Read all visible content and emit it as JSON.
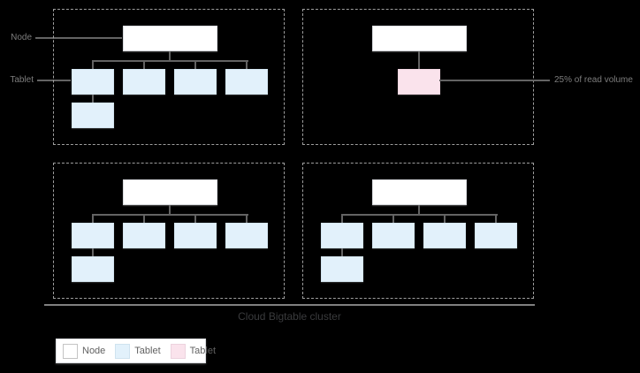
{
  "colors": {
    "background": "#000000",
    "dashed-border": "#9e9e9e",
    "line": "#636363",
    "node-fill": "#ffffff",
    "node-border": "#dadce0",
    "tablet-fill": "#e2f1fb",
    "tablet-border": "#d4e6f1",
    "hot-fill": "#fae3ec",
    "hot-border": "#f2d7e2",
    "side-label-text": "#7d7d7d",
    "caption-text": "#3a3b3d",
    "caption-line": "#808080",
    "legend-bg": "#ffffff",
    "legend-border": "#dadce0",
    "legend-text": "#616161"
  },
  "labels": {
    "node_pointer": "Node",
    "tablet_pointer": "Tablet",
    "hot_tablet_callout": "25% of read volume"
  },
  "caption": "Cloud Bigtable cluster",
  "legend": {
    "items": [
      {
        "label": "Node",
        "type": "node"
      },
      {
        "label": "Tablet",
        "type": "tablet"
      },
      {
        "label": "Tablet",
        "type": "hot-tablet"
      }
    ]
  }
}
